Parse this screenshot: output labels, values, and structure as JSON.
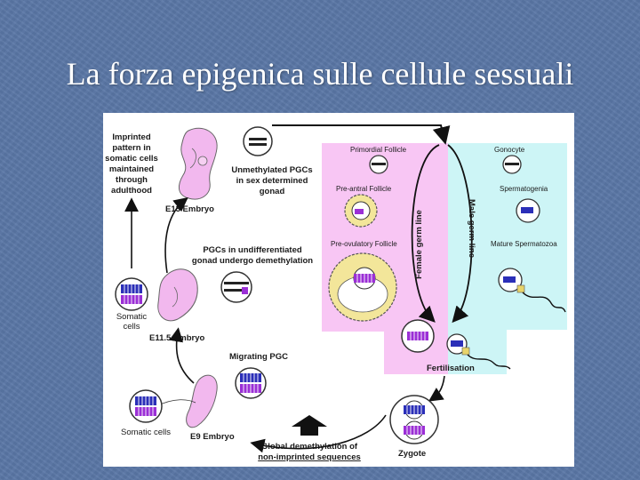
{
  "slide": {
    "title": "La forza epigenica sulle cellule sessuali"
  },
  "diagram": {
    "imprinted_note": [
      "Imprinted",
      "pattern in",
      "somatic cells",
      "maintained",
      "through",
      "adulthood"
    ],
    "e13_embryo": "E13 Embryo",
    "unmethylated_pgcs": [
      "Unmethylated PGCs",
      "in sex determined",
      "gonad"
    ],
    "pgcs_undifferentiated": [
      "PGCs in undifferentiated",
      "gonad undergo demethylation"
    ],
    "somatic_cells_e115": [
      "Somatic",
      "cells"
    ],
    "e115_embryo": "E11.5 Embryo",
    "migrating_pgc": "Migrating PGC",
    "somatic_cells_e9": "Somatic cells",
    "e9_embryo": "E9 Embryo",
    "global_demethylation": [
      "Global demethylation of",
      "non-imprinted sequences"
    ],
    "zygote": "Zygote",
    "fertilisation": "Fertilisation",
    "female_germ_line": "Female germ line",
    "male_germ_line": "Male germ line",
    "primordial_follicle": "Primordial Follicle",
    "preantral_follicle": "Pre-antral Follicle",
    "preovulatory_follicle": "Pre-ovulatory Follicle",
    "gonocyte": "Gonocyte",
    "spermatogenia": "Spermatogenia",
    "mature_spermatozoa": "Mature Spermatozoa"
  },
  "colors": {
    "female_panel": "#f8c6f4",
    "male_panel": "#cdf5f6",
    "methylation_blue": "#2b2fb8",
    "methylation_purple": "#9b2fd6",
    "embryo_pink": "#f2b8ee",
    "arrow_black": "#111111"
  }
}
